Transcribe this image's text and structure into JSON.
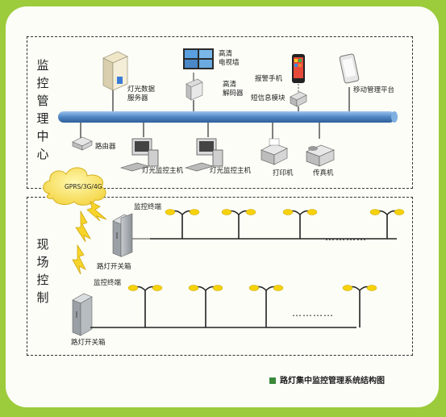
{
  "center": {
    "title_chars": [
      "监",
      "控",
      "管",
      "理",
      "中",
      "心"
    ],
    "light_server": "灯光数据\n服务器",
    "tv_wall": "高清\n电视墙",
    "decoder": "高清\n解码器",
    "alarm_phone": "报警手机",
    "sms_module": "短信息模块",
    "mobile_platform": "移动管理平台",
    "router": "路由器",
    "host1": "灯光监控主机",
    "host2": "灯光监控主机",
    "printer": "打印机",
    "fax": "传真机"
  },
  "network": {
    "cloud": "GPRS/3G/4G"
  },
  "field": {
    "title_chars": [
      "现",
      "场",
      "控",
      "制"
    ],
    "terminal1": "监控终端",
    "box1": "路灯开关箱",
    "terminal2": "监控终端",
    "box2": "路灯开关箱",
    "ellipsis1": "…………",
    "ellipsis2": "…………"
  },
  "caption": "路灯集中监控管理系统结构图",
  "colors": {
    "frame": "#9ccb3c",
    "bus": "#5a8fc8",
    "lamp": "#f5d20a",
    "lightning": "#f7d42a"
  }
}
